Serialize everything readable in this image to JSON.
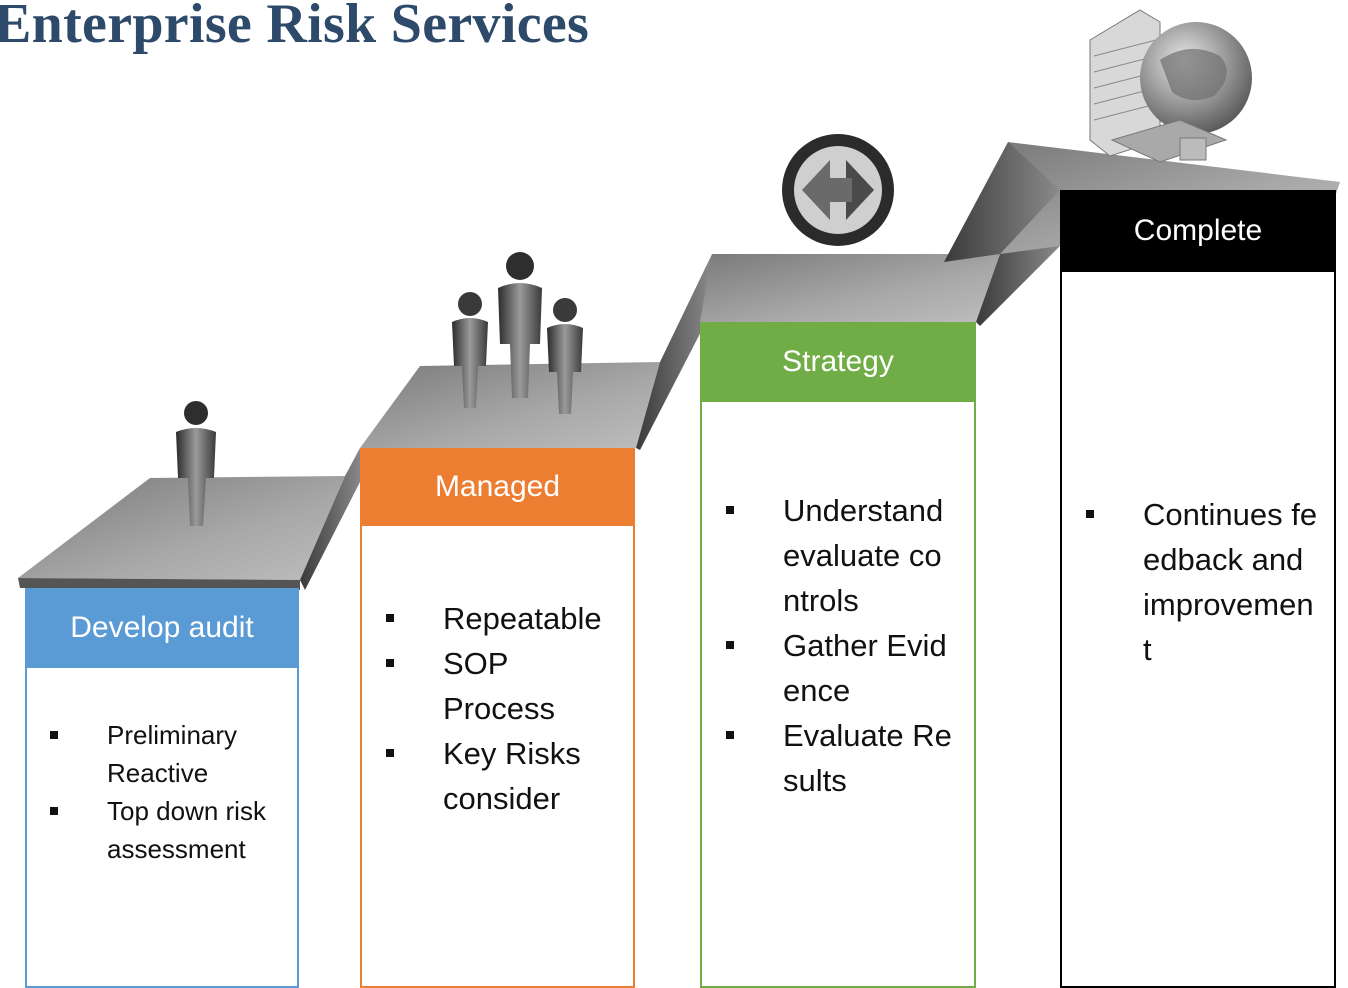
{
  "title": "Enterprise Risk Services",
  "stages": [
    {
      "label": "Develop audit",
      "color": "#5b9bd5",
      "items": [
        "Preliminary Reactive",
        "Top down risk assessment"
      ]
    },
    {
      "label": "Managed",
      "color": "#ed7d31",
      "items": [
        "Repeatable",
        "SOP Process",
        "Key Risks consider"
      ]
    },
    {
      "label": "Strategy",
      "color": "#70ad47",
      "items": [
        "Understand evaluate controls",
        "Gather Evidence",
        "Evaluate Results"
      ]
    },
    {
      "label": "Complete",
      "color": "#000000",
      "items": [
        "Continues feedback and improvement"
      ]
    }
  ],
  "icons": [
    "single-person-icon",
    "team-of-people-icon",
    "circular-arrows-icon",
    "globe-and-building-icon"
  ]
}
